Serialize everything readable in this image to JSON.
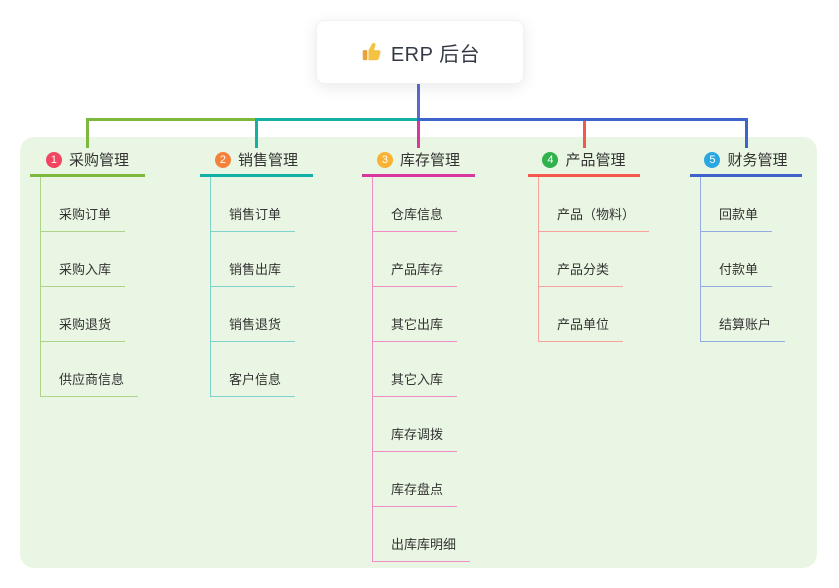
{
  "root": {
    "title": "ERP 后台",
    "icon": "thumbs-up-icon"
  },
  "colors": {
    "background": "#ffffff",
    "panel_bg": "#e9f6e3",
    "root_line": "#5b68d0",
    "text": "#333333"
  },
  "branches": [
    {
      "index": "1",
      "label": "采购管理",
      "badge_color": "#f3455f",
      "line_color": "#7cb93e",
      "child_line_color": "#abd489",
      "children": [
        "采购订单",
        "采购入库",
        "采购退货",
        "供应商信息"
      ]
    },
    {
      "index": "2",
      "label": "销售管理",
      "badge_color": "#f5823c",
      "line_color": "#13b0a7",
      "child_line_color": "#7fd2cb",
      "children": [
        "销售订单",
        "销售出库",
        "销售退货",
        "客户信息"
      ]
    },
    {
      "index": "3",
      "label": "库存管理",
      "badge_color": "#f9b234",
      "line_color": "#d8379e",
      "child_line_color": "#f18cc4",
      "children": [
        "仓库信息",
        "产品库存",
        "其它出库",
        "其它入库",
        "库存调拨",
        "库存盘点",
        "出库库明细"
      ]
    },
    {
      "index": "4",
      "label": "产品管理",
      "badge_color": "#2fb24c",
      "line_color": "#f4594f",
      "child_line_color": "#f9a29c",
      "children": [
        "产品（物料）",
        "产品分类",
        "产品单位"
      ]
    },
    {
      "index": "5",
      "label": "财务管理",
      "badge_color": "#29a7e0",
      "line_color": "#3e63cb",
      "child_line_color": "#94abe6",
      "children": [
        "回款单",
        "付款单",
        "结算账户"
      ]
    }
  ]
}
